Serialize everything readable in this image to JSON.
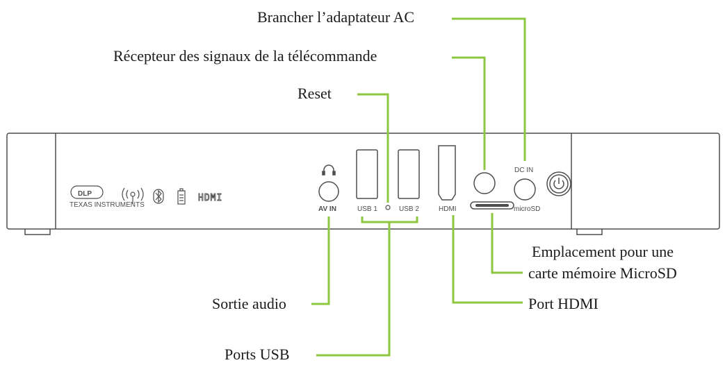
{
  "callouts": {
    "ac_adapter": "Brancher l’adaptateur AC",
    "remote_receiver": "Récepteur des signaux de la télécommande",
    "reset": "Reset",
    "microsd_slot_line1": "Emplacement pour une",
    "microsd_slot_line2": "carte mémoire MicroSD",
    "audio_out": "Sortie audio",
    "hdmi_port": "Port HDMI",
    "usb_ports": "Ports USB"
  },
  "device_labels": {
    "av_in": "AV IN",
    "usb1": "USB 1",
    "usb2": "USB 2",
    "hdmi": "HDMI",
    "dc_in": "DC IN",
    "microsd": "microSD",
    "dlp": "DLP",
    "texas_instruments": "TEXAS INSTRUMENTS",
    "hdmi_logo": "HDMI"
  },
  "colors": {
    "callout_line": "#8dc63f",
    "device_outline": "#4d4d4d",
    "text": "#1a1a1a"
  },
  "icons": [
    "dlp-logo",
    "wifi-icon",
    "bluetooth-icon",
    "battery-icon",
    "hdmi-logo",
    "headphones-icon",
    "power-icon"
  ]
}
